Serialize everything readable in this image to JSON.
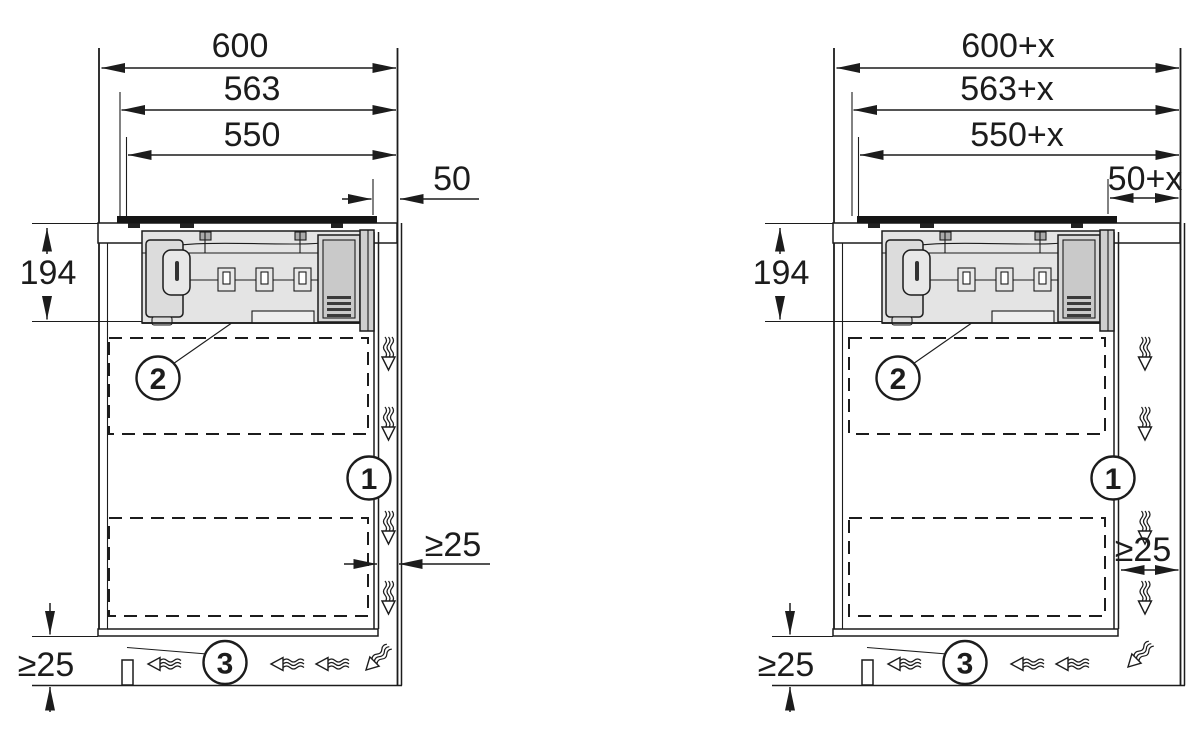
{
  "figure": {
    "kind": "appliance-installation-dimension-drawing",
    "panel_count": 2
  },
  "colors": {
    "line": "#1c1c1c",
    "background": "#ffffff",
    "cooktop": "#151515",
    "appliance_body": "#e4e4e4",
    "appliance_module": "#dcdcdc",
    "appliance_fan": "#c9c9c9",
    "vent_slat": "#3a3a3a"
  },
  "panels": [
    {
      "id": "standard",
      "dims": {
        "total_width": "600",
        "cutout_width": "563",
        "appliance_width": "550",
        "rear_offset": "50",
        "niche_height": "194",
        "rear_channel": "≥25",
        "plinth_gap": "≥25"
      },
      "callouts": {
        "vent_channel": "1",
        "extractor_unit": "2",
        "plinth_outlet": "3"
      }
    },
    {
      "id": "extended",
      "dims": {
        "total_width": "600+x",
        "cutout_width": "563+x",
        "appliance_width": "550+x",
        "rear_offset": "50+x",
        "niche_height": "194",
        "rear_channel": "≥25",
        "plinth_gap": "≥25"
      },
      "callouts": {
        "vent_channel": "1",
        "extractor_unit": "2",
        "plinth_outlet": "3"
      }
    }
  ]
}
